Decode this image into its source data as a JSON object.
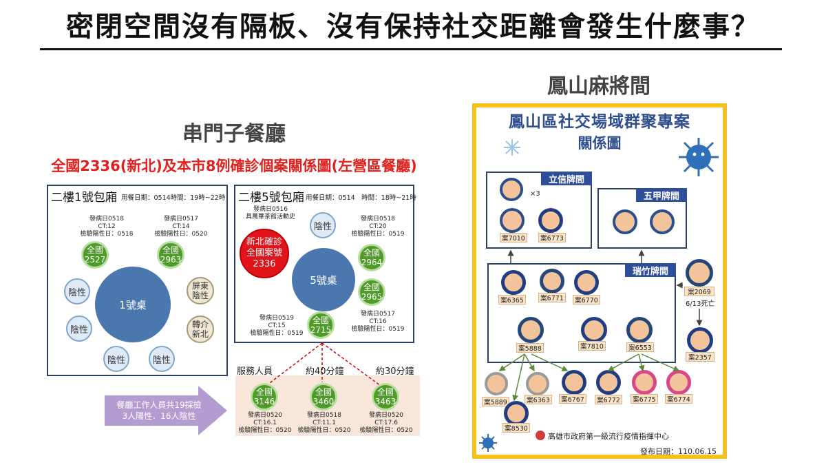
{
  "title": "密閉空間沒有隔板、沒有保持社交距離會發生什麼事？",
  "left": {
    "section_title": "串門子餐廳",
    "subtitle": "全國2336(新北)及本市8例確診個案關係圖(左營區餐廳)",
    "room1": {
      "label": "二樓1號包廂",
      "meta": "用餐日期：0514時間：19時~22時",
      "info_a": [
        "發病日0518",
        "CT:12",
        "檢驗陽性日：0518"
      ],
      "info_b": [
        "發病日0517",
        "CT:14",
        "檢驗陽性日：0520"
      ],
      "case_a": [
        "全國",
        "2527"
      ],
      "case_b": [
        "全國",
        "2963"
      ],
      "table": "1號桌",
      "neg": "陰性",
      "pingtung": [
        "屏東",
        "陰性"
      ],
      "transfer": [
        "轉介",
        "新北"
      ]
    },
    "room5": {
      "label": "二樓5號包廂",
      "meta": "用餐日期：0514　時間：18時~21時",
      "history": [
        "發病日0516",
        "具萬華茶館活動史"
      ],
      "red_case": [
        "新北確診",
        "全國案號",
        "2336"
      ],
      "neg": "陰性",
      "table": "5號桌",
      "info_a": [
        "發病日0518",
        "CT:20",
        "檢驗陽性日：0519"
      ],
      "case_a": [
        "全國",
        "2964"
      ],
      "case_b": [
        "全國",
        "2965"
      ],
      "info_b": [
        "發病日0517",
        "CT:16",
        "檢驗陽性日：0519"
      ],
      "info_c": [
        "發病日0519",
        "CT:15",
        "檢驗陽性日：0519"
      ],
      "case_c": [
        "全國",
        "2715"
      ]
    },
    "staff": {
      "label_service": "服務人員",
      "label_40": "約40分鐘",
      "label_30": "約30分鐘",
      "cases": [
        {
          "nat": "全國",
          "num": "3146",
          "info": [
            "發病日0520",
            "CT:16.1",
            "檢驗陽性日：0520"
          ]
        },
        {
          "nat": "全國",
          "num": "3460",
          "info": [
            "發病日0518",
            "CT:11.1",
            "檢驗陽性日：0520"
          ]
        },
        {
          "nat": "全國",
          "num": "3463",
          "info": [
            "發病日0520",
            "CT:17.6",
            "檢驗陽性日：0520"
          ]
        }
      ]
    },
    "arrow": [
      "餐廳工作人員共19採檢",
      "3人陽性．16人陰性"
    ]
  },
  "right": {
    "section_title": "鳳山麻將間",
    "poster_title": [
      "鳳山區社交場域群聚專案",
      "關係圖"
    ],
    "group_lixin": "立信牌間",
    "group_wujia": "五甲牌間",
    "group_ruizhu": "瑞竹牌間",
    "times3": "×3",
    "cases": {
      "c7010": "案7010",
      "c6773": "案6773",
      "c6365": "案6365",
      "c6771": "案6771",
      "c6770": "案6770",
      "c2069": "案2069",
      "death": "6/13死亡",
      "c5888": "案5888",
      "c7810": "案7810",
      "c6553": "案6553",
      "c2357": "案2357",
      "c5889": "案5889",
      "c6363": "案6363",
      "c6767": "案6767",
      "c6772": "案6772",
      "c6775": "案6775",
      "c6774": "案6774",
      "c8530": "案8530"
    },
    "agency": "高雄市政府第一級流行疫情指揮中心",
    "release": "發布日期：110.06.15"
  },
  "colors": {
    "accent_red": "#e0211d",
    "poster_frame": "#f7c21b",
    "navy": "#2f4e9a",
    "case_green": "#4f9b2a"
  }
}
